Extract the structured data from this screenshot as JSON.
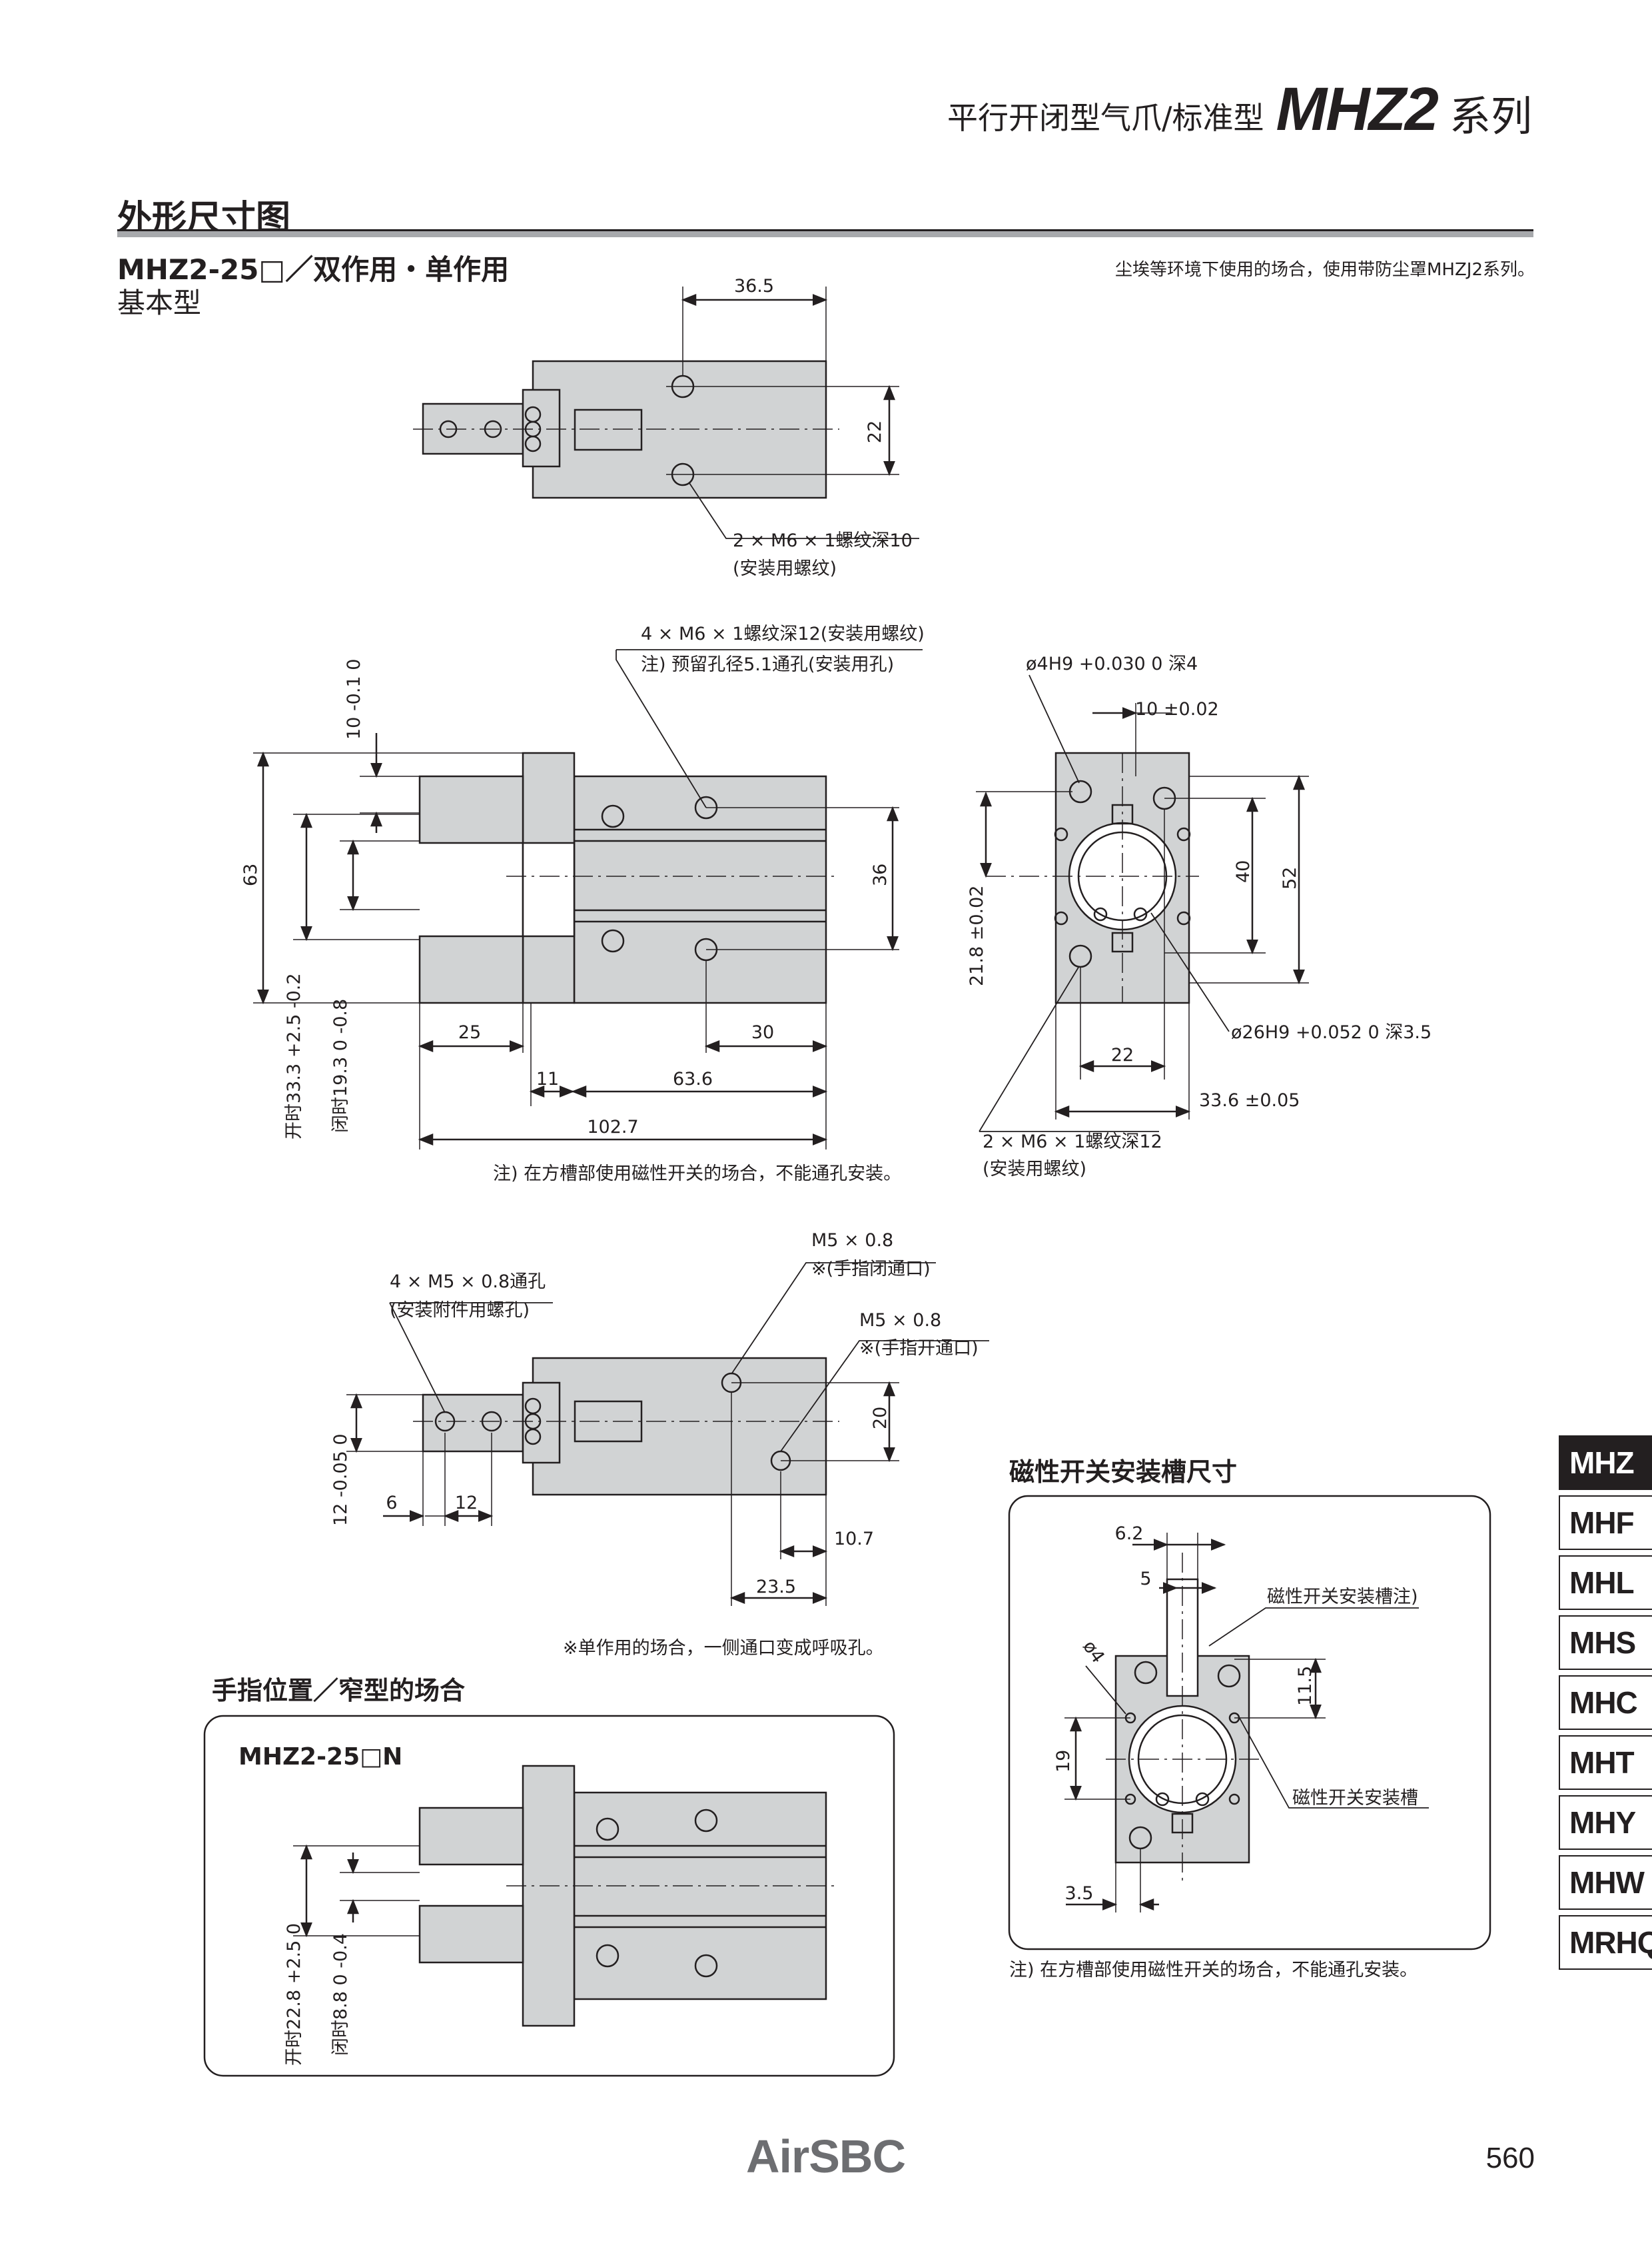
{
  "header": {
    "subtitle": "平行开闭型气爪/标准型",
    "model": "MHZ2",
    "series": "系列"
  },
  "section_title": "外形尺寸图",
  "model_heading": {
    "line1": "MHZ2-25□／双作用・单作用",
    "line2": "基本型"
  },
  "dust_note": "尘埃等环境下使用的场合，使用带防尘罩MHZJ2系列。",
  "top_view": {
    "dim_width": "36.5",
    "dim_pitch": "22",
    "callout_line1": "2 × M6 × 1螺纹深10",
    "callout_line2": "(安装用螺纹)"
  },
  "front_view": {
    "callout_line1": "4 × M6 × 1螺纹深12(安装用螺纹)",
    "callout_line2": "注) 预留孔径5.1通孔(安装用孔)",
    "dim_jaw_tol": "10 -0.1 0",
    "dim_height": "63",
    "dim_hole_pitch": "36",
    "dim_25": "25",
    "dim_30": "30",
    "dim_11": "11",
    "dim_63_6": "63.6",
    "dim_total": "102.7",
    "dim_open": "开时33.3 +2.5 -0.2",
    "dim_closed": "闭时19.3 0 -0.8",
    "note": "注) 在方槽部使用磁性开关的场合，不能通孔安装。"
  },
  "end_view": {
    "pin_hole": "ø4H9 +0.030 0 深4",
    "dim_10": "10 ±0.02",
    "dim_40": "40",
    "dim_52": "52",
    "dim_21_8": "21.8 ±0.02",
    "bore": "ø26H9 +0.052 0 深3.5",
    "dim_22": "22",
    "dim_33_6": "33.6 ±0.05",
    "callout_line1": "2 × M6 × 1螺纹深12",
    "callout_line2": "(安装用螺纹)"
  },
  "port_view": {
    "callout_a1": "4 × M5 × 0.8通孔",
    "callout_a2": "(安装附件用螺孔)",
    "port1_a": "M5 × 0.8",
    "port1_b": "※(手指闭通口)",
    "port2_a": "M5 × 0.8",
    "port2_b": "※(手指开通口)",
    "dim_20": "20",
    "dim_12_tol": "12 -0.05 0",
    "dim_6": "6",
    "dim_12": "12",
    "dim_10_7": "10.7",
    "dim_23_5": "23.5",
    "note": "※单作用的场合，一侧通口变成呼吸孔。"
  },
  "narrow_section": {
    "title": "手指位置／窄型的场合",
    "model": "MHZ2-25□N",
    "dim_open": "开时22.8 +2.5 0",
    "dim_closed": "闭时8.8 0 -0.4"
  },
  "switch_section": {
    "title": "磁性开关安装槽尺寸",
    "dim_6_2": "6.2",
    "dim_5": "5",
    "dim_phi4": "ø4",
    "dim_19": "19",
    "dim_11_5": "11.5",
    "dim_3_5": "3.5",
    "label_slot_note": "磁性开关安装槽注)",
    "label_slot": "磁性开关安装槽",
    "note": "注) 在方槽部使用磁性开关的场合，不能通孔安装。"
  },
  "side_tabs": [
    "MHZ",
    "MHF",
    "MHL",
    "MHS",
    "MHC",
    "MHT",
    "MHY",
    "MHW",
    "MRHQ"
  ],
  "footer_logo": "AirSBC",
  "page_number": "560",
  "colors": {
    "body_fill": "#d1d3d4",
    "rule": "#a7a9ac",
    "line": "#231f20",
    "tab_active": "#231f20"
  }
}
